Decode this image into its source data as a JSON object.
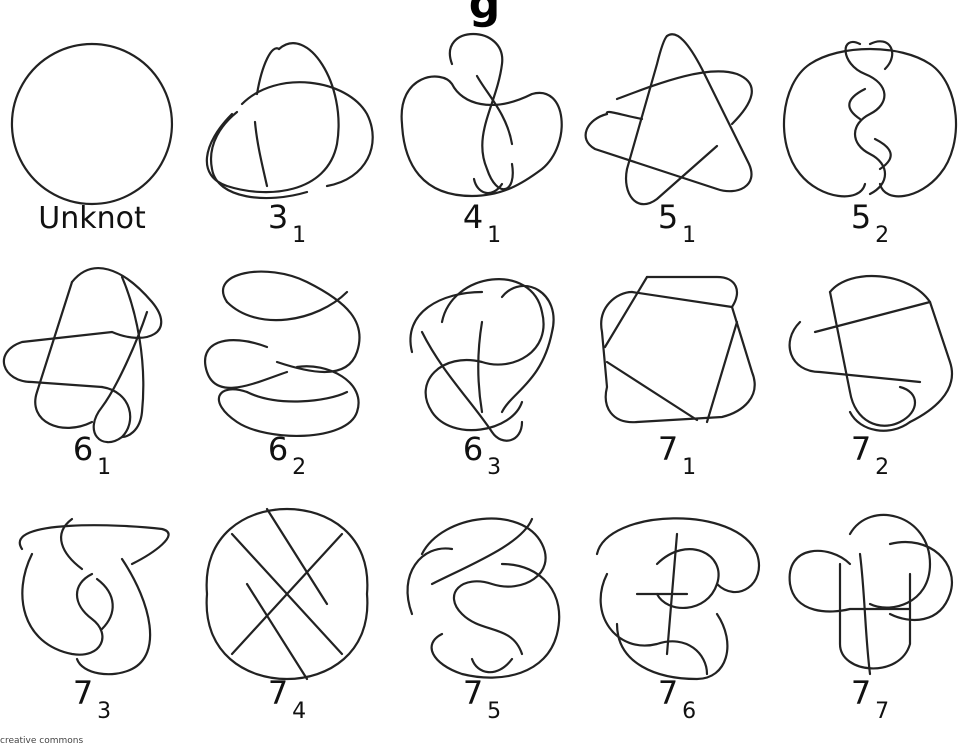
{
  "header": {
    "title_fragment": "g"
  },
  "footer": {
    "credit": "creative commons"
  },
  "style": {
    "stroke": "#222222",
    "background": "#ffffff"
  },
  "knots": [
    {
      "id": "unknot",
      "label": "Unknot",
      "num": "",
      "sub": "",
      "shape": "circle"
    },
    {
      "id": "3-1",
      "label": "",
      "num": "3",
      "sub": "1",
      "shape": "trefoil"
    },
    {
      "id": "4-1",
      "label": "",
      "num": "4",
      "sub": "1",
      "shape": "figure-eight"
    },
    {
      "id": "5-1",
      "label": "",
      "num": "5",
      "sub": "1",
      "shape": "star"
    },
    {
      "id": "5-2",
      "label": "",
      "num": "5",
      "sub": "2",
      "shape": "twist"
    },
    {
      "id": "6-1",
      "label": "",
      "num": "6",
      "sub": "1",
      "shape": "star-twist"
    },
    {
      "id": "6-2",
      "label": "",
      "num": "6",
      "sub": "2",
      "shape": "loops"
    },
    {
      "id": "6-3",
      "label": "",
      "num": "6",
      "sub": "3",
      "shape": "knot63"
    },
    {
      "id": "7-1",
      "label": "",
      "num": "7",
      "sub": "1",
      "shape": "heptagram"
    },
    {
      "id": "7-2",
      "label": "",
      "num": "7",
      "sub": "2",
      "shape": "star-twist2"
    },
    {
      "id": "7-3",
      "label": "",
      "num": "7",
      "sub": "3",
      "shape": "twist73"
    },
    {
      "id": "7-4",
      "label": "",
      "num": "7",
      "sub": "4",
      "shape": "lattice"
    },
    {
      "id": "7-5",
      "label": "",
      "num": "7",
      "sub": "5",
      "shape": "knot75"
    },
    {
      "id": "7-6",
      "label": "",
      "num": "7",
      "sub": "6",
      "shape": "knot76"
    },
    {
      "id": "7-7",
      "label": "",
      "num": "7",
      "sub": "7",
      "shape": "knot77"
    }
  ]
}
